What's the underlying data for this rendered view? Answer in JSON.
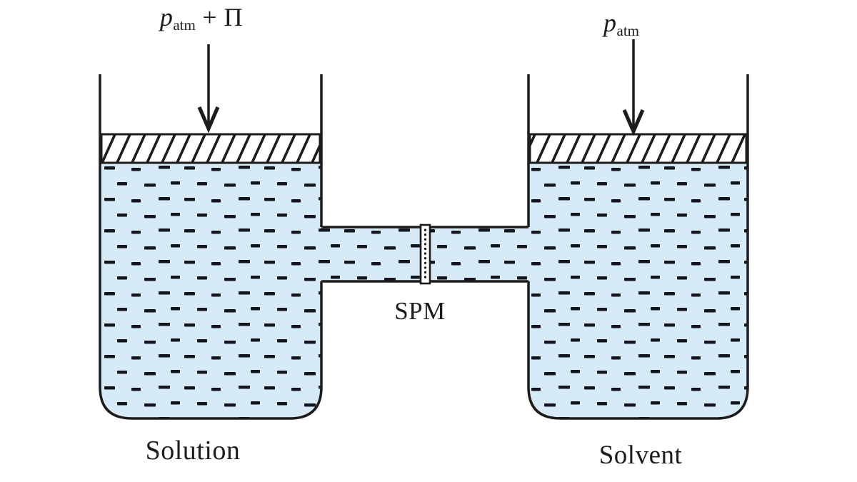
{
  "figure": {
    "pressure_labels": {
      "left": {
        "symbol": "p",
        "subscript": "atm",
        "suffix": " + Π"
      },
      "right": {
        "symbol": "p",
        "subscript": "atm"
      }
    },
    "membrane_label": "SPM",
    "vessel_labels": {
      "left": "Solution",
      "right": "Solvent"
    },
    "colors": {
      "background": "#ffffff",
      "outline": "#1c1c1c",
      "liquid": "#d7eaf8",
      "particle_dash": "#15151d",
      "piston_fill": "#ffffff"
    }
  }
}
